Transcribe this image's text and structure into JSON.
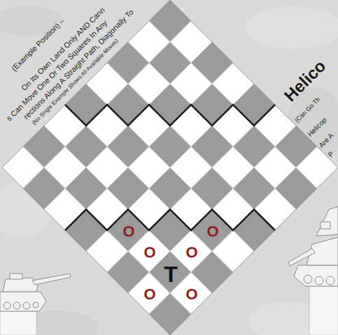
{
  "diagram": {
    "labels": [
      "(Example Position) –",
      "On Its Own Land Only AND Cann",
      "s Can Move One Or Two Squares In Any",
      "rections Along A Straight Path, Diagonally To",
      "(No Single Example Shows All Available Moves)",
      "Helico",
      "(Can Go Th",
      "Helicop",
      "Are A",
      "P",
      "O",
      "O",
      "O",
      "O",
      "T",
      "O",
      "O"
    ]
  }
}
